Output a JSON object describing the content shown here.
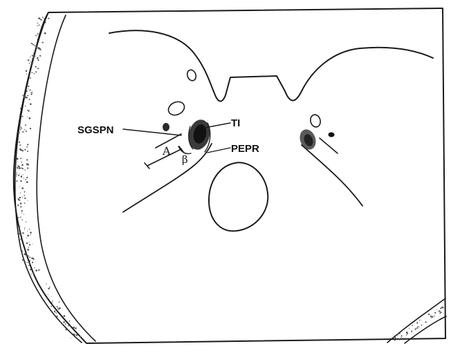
{
  "labels": {
    "sgspn": "SGSPN",
    "ti": "TI",
    "pepr": "PEPR",
    "distance_a": "A",
    "angle_b": "β"
  },
  "colors": {
    "ink": "#1a1a1a",
    "paper": "#ffffff",
    "stipple": "#555555"
  }
}
